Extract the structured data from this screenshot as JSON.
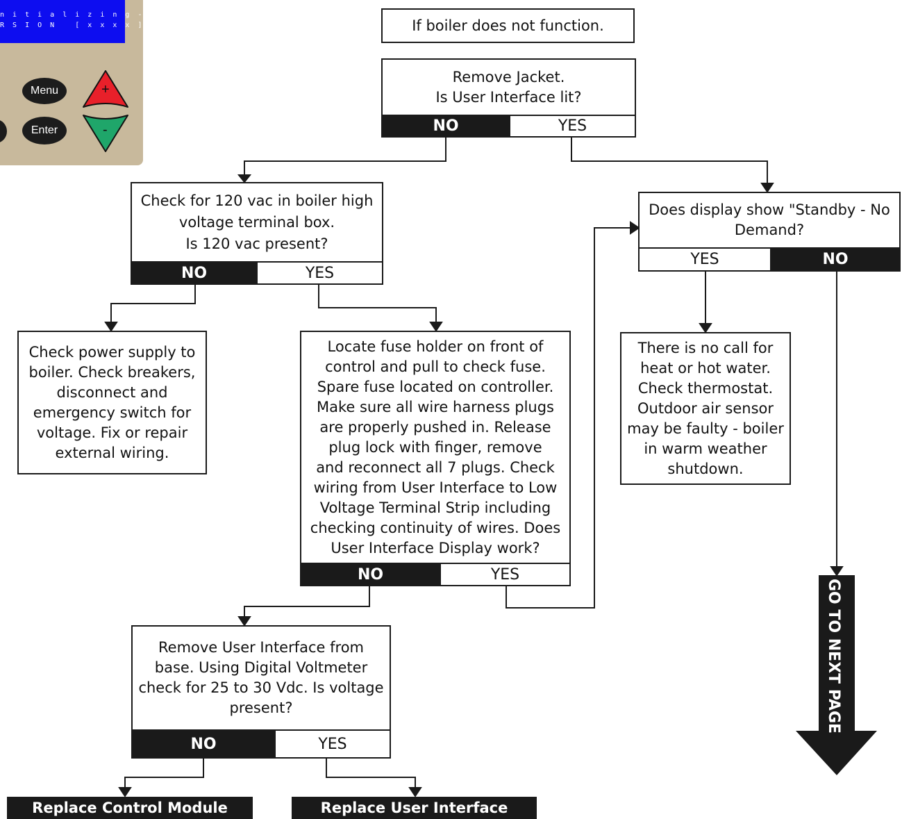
{
  "panel": {
    "lcd_line1": "n i t i a l i z i n g - -",
    "lcd_line2": "R S I O N   [ x x x x ]",
    "menu_label": "Menu",
    "enter_label": "Enter",
    "up_label": "+",
    "down_label": "-"
  },
  "flow": {
    "start": "If boiler does not function.",
    "q1": {
      "text": "Remove Jacket.\nIs User Interface lit?",
      "no": "NO",
      "yes": "YES"
    },
    "q2": {
      "text": "Check for 120 vac in boiler high\nvoltage terminal box.\nIs 120 vac present?",
      "no": "NO",
      "yes": "YES"
    },
    "q3": {
      "text": "Does display show \"Standby - No\nDemand?",
      "yes": "YES",
      "no": "NO"
    },
    "a_power": "Check power supply to\nboiler. Check breakers,\ndisconnect and\nemergency switch for\nvoltage. Fix or repair\nexternal wiring.",
    "q4": {
      "text": "Locate fuse holder on front of\ncontrol and pull to check fuse.\nSpare fuse located on controller.\nMake sure all wire harness plugs\nare properly pushed in.  Release\nplug lock with finger, remove\nand reconnect all 7 plugs.  Check\nwiring from User Interface to Low\nVoltage Terminal Strip including\nchecking continuity of wires. Does\nUser Interface Display work?",
      "no": "NO",
      "yes": "YES"
    },
    "a_nocall": "There is no call for\nheat or hot water.\nCheck thermostat.\nOutdoor air sensor\nmay be faulty - boiler\nin warm weather\nshutdown.",
    "q5": {
      "text": "Remove User Interface from\nbase.  Using Digital Voltmeter\ncheck for 25 to 30 Vdc. Is voltage\npresent?",
      "no": "NO",
      "yes": "YES"
    },
    "end_control": "Replace Control Module",
    "end_ui": "Replace User Interface",
    "next_page": "GO TO NEXT PAGE"
  }
}
